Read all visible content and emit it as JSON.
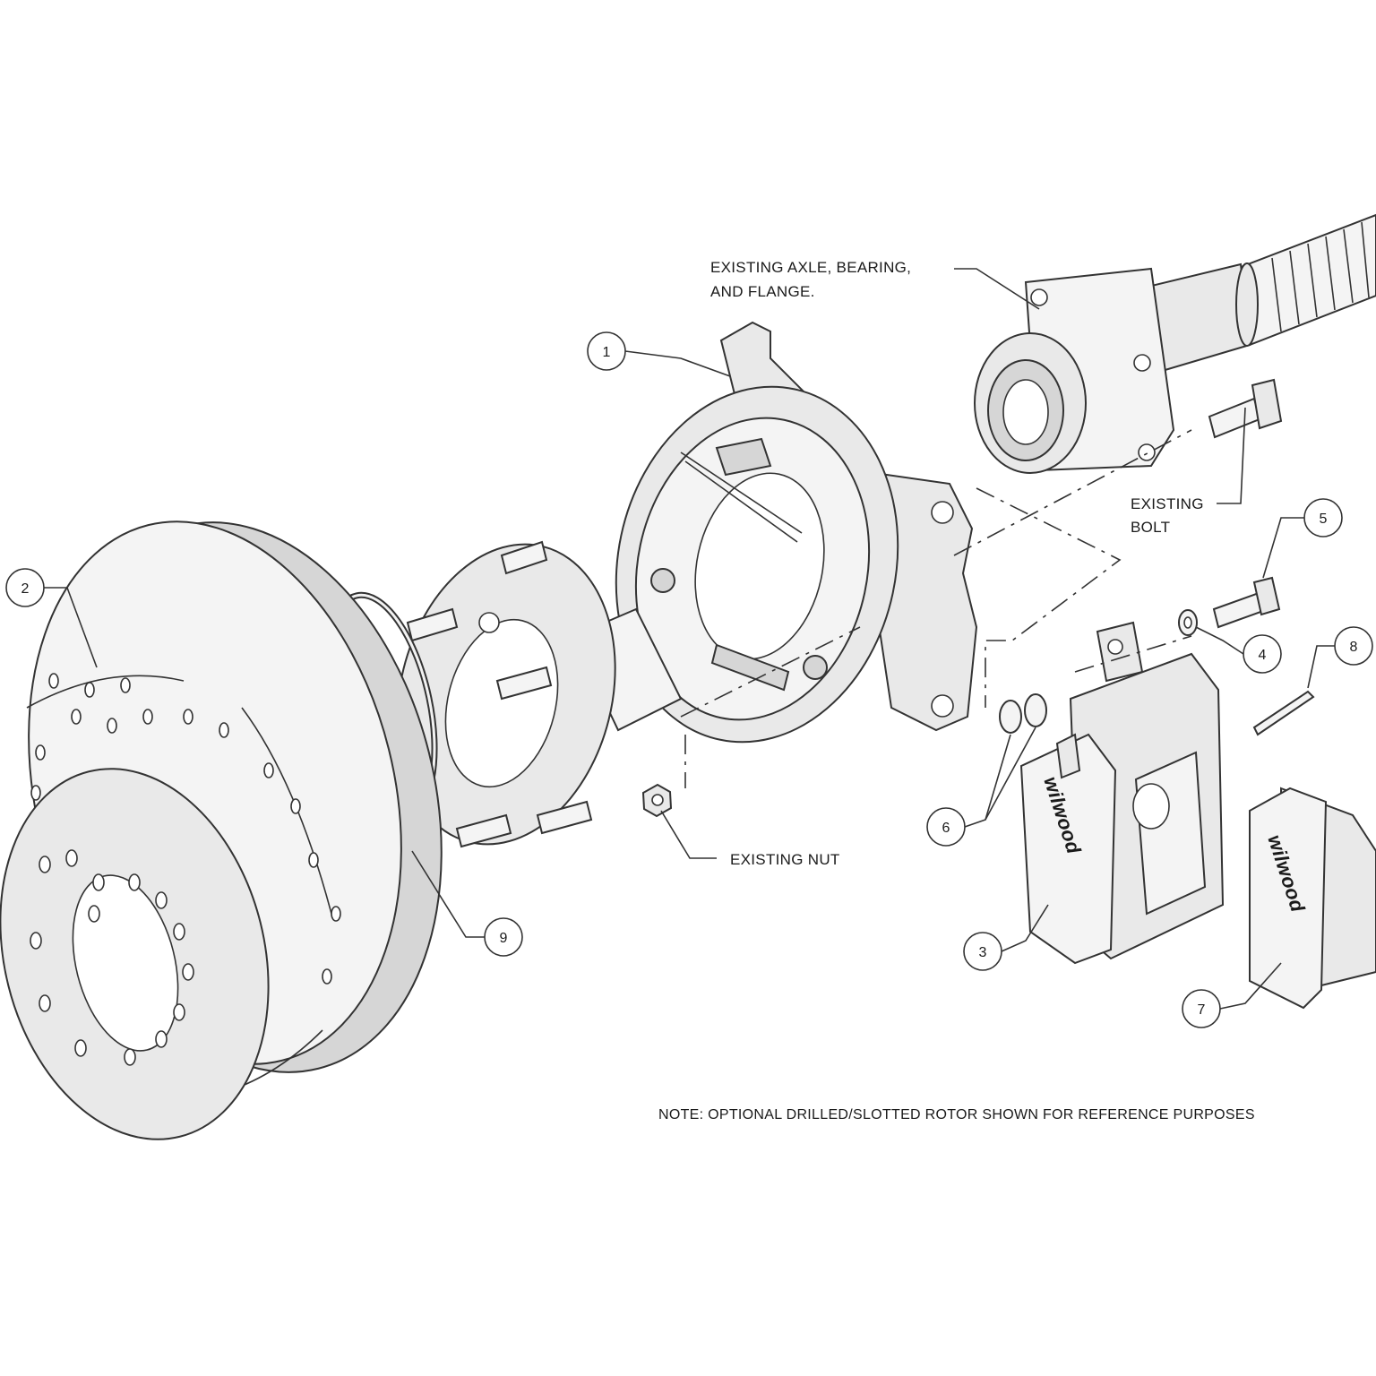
{
  "callouts": {
    "c1": "1",
    "c2": "2",
    "c3": "3",
    "c4": "4",
    "c5": "5",
    "c6": "6",
    "c7": "7",
    "c8": "8",
    "c9": "9"
  },
  "labels": {
    "axle_line1": "EXISTING AXLE, BEARING,",
    "axle_line2": "AND FLANGE.",
    "bolt_line1": "EXISTING",
    "bolt_line2": "BOLT",
    "nut": "EXISTING NUT",
    "note": "NOTE: OPTIONAL DRILLED/SLOTTED ROTOR SHOWN FOR REFERENCE PURPOSES"
  },
  "branding": {
    "caliper_logo": "wilwood",
    "pad_logo": "wilwood"
  }
}
